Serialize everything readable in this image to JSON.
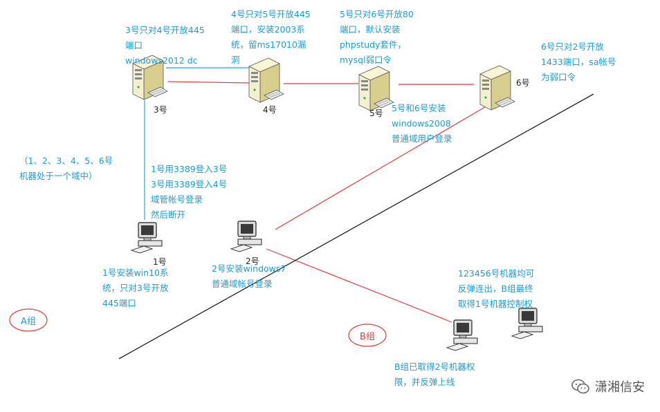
{
  "nodes": {
    "n3": "3号",
    "n4": "4号",
    "n5": "5号",
    "n6": "6号",
    "n1": "1号",
    "n2": "2号"
  },
  "notes": {
    "n3_desc": "3号只对4号开放445\n端口\nwindows2012 dc",
    "n4_desc": "4号只对5号开放445\n端口，安装2003系\n统，留ms17010漏\n洞",
    "n5_desc": "5号只对6号开放80\n端口，默认安装\nphpstudy套件，\nmysql弱口令",
    "n6_desc": "6号只对2号开放\n1433端口，sa帐号\n为弱口令",
    "n56_desc": "5号和6号安装\nwindows2008\n普通域用户登录",
    "domain_desc": "（1、2、3、4、5、6号\n机器处于一个域中）",
    "login_desc": "1号用3389登入3号\n3号用3389登入4号\n域管帐号登录\n然后断开",
    "n1_desc": "1号安装win10系\n统，只对3号开放\n445端口",
    "n2_desc": "2号安装windows7\n普通域帐号登录",
    "reverse_desc": "123456号机器均可\n反弹连出，B组最终\n取得1号机器控制权",
    "b_desc": "B组已取得2号机器权\n限，并反弹上线"
  },
  "groups": {
    "a": "A组",
    "b": "B组"
  },
  "watermark": {
    "text": "潇湘信安",
    "icon": "wechat-icon"
  },
  "colors": {
    "label": "#1a9bd7",
    "blue_link": "#29a3dd",
    "red_link": "#e23b3b",
    "divider": "#222222",
    "group_ellipse": "#e23b3b"
  }
}
